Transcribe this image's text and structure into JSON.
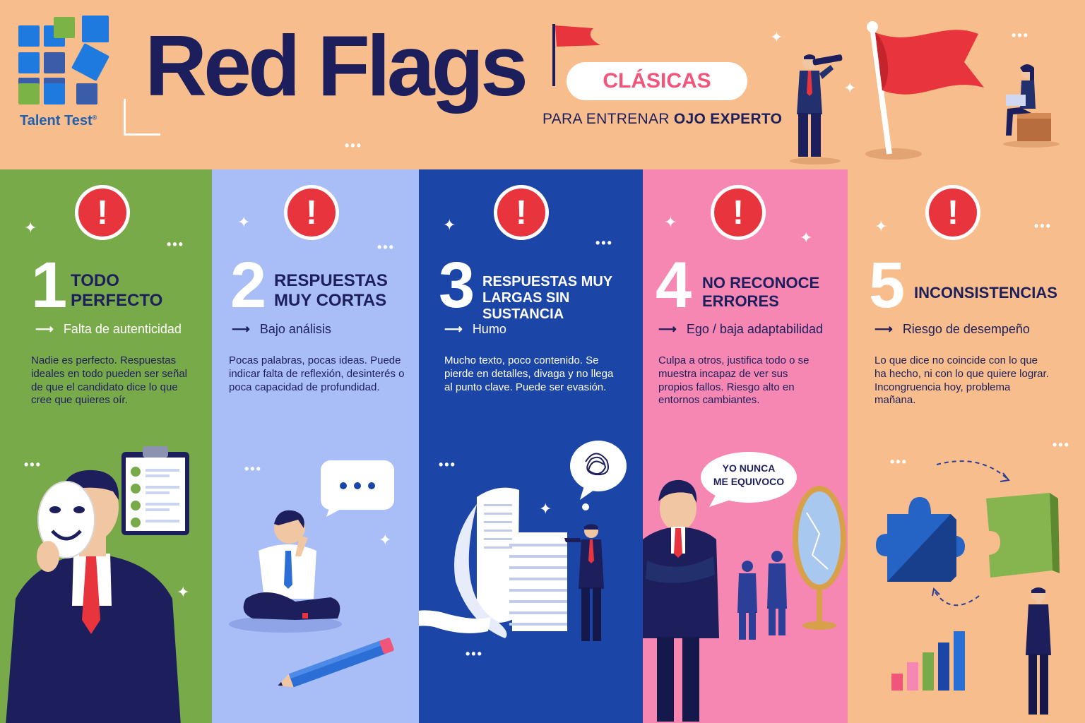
{
  "brand": {
    "name": "Talent Test",
    "trademark": "®",
    "colors": [
      "#1f7ae0",
      "#7bb347",
      "#3b5ca8"
    ]
  },
  "header": {
    "title": "Red Flags",
    "badge": "CLÁSICAS",
    "subtitle_prefix": "PARA ENTRENAR ",
    "subtitle_emphasis": "OJO EXPERTO"
  },
  "alert_symbol": "!",
  "flags": [
    {
      "number": "1",
      "title_line1": "TODO",
      "title_line2": "PERFECTO",
      "arrow": "⟶",
      "consequence": "Falta de autenticidad",
      "description": "Nadie es perfecto. Respuestas ideales en todo pueden ser señal de que el candidato dice lo que cree que quieres oír.",
      "color": "#79aa4a",
      "icon": "mask-icon"
    },
    {
      "number": "2",
      "title_line1": "RESPUESTAS",
      "title_line2": "MUY CORTAS",
      "arrow": "⟶",
      "consequence": "Bajo análisis",
      "description": "Pocas palabras, pocas ideas. Puede indicar falta de reflexión, desinterés o poca capacidad de profundidad.",
      "color": "#a9bdf6",
      "icon": "speech-bubble-icon"
    },
    {
      "number": "3",
      "title_line1": "RESPUESTAS MUY",
      "title_line2": "LARGAS SIN SUSTANCIA",
      "arrow": "⟶",
      "consequence": "Humo",
      "description": "Mucho texto, poco contenido. Se pierde en detalles, divaga y no llega al punto clave. Puede ser evasión.",
      "color": "#1c45a8",
      "icon": "document-stack-icon"
    },
    {
      "number": "4",
      "title_line1": "NO RECONOCE",
      "title_line2": "ERRORES",
      "arrow": "⟶",
      "consequence": "Ego / baja adaptabilidad",
      "description": "Culpa a otros, justifica todo o se muestra incapaz de ver sus propios fallos. Riesgo alto en entornos cambiantes.",
      "color": "#f687b3",
      "icon": "mirror-icon",
      "bubble_line1": "YO NUNCA",
      "bubble_line2": "ME EQUIVOCO"
    },
    {
      "number": "5",
      "title_line1": "INCONSISTENCIAS",
      "title_line2": "",
      "arrow": "⟶",
      "consequence": "Riesgo de desempeño",
      "description": "Lo que dice no coincide con lo que ha hecho, ni con lo que quiere lograr. Incongruencia hoy, problema mañana.",
      "color": "#f8bd8c",
      "icon": "puzzle-icon"
    }
  ]
}
